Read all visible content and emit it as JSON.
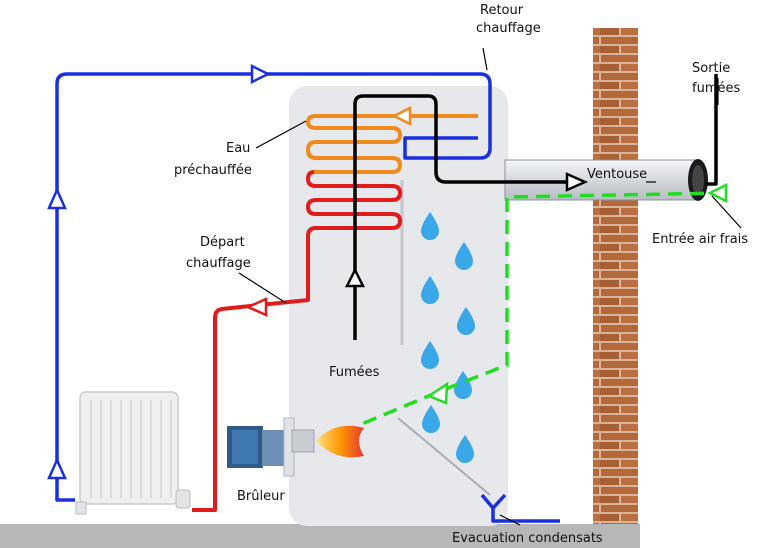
{
  "labels": {
    "retour": [
      "Retour",
      "chauffage"
    ],
    "sortie": [
      "Sortie",
      "fumées"
    ],
    "eau": [
      "Eau",
      "préchauffée"
    ],
    "ventouse": "Ventouse",
    "entree": "Entrée air frais",
    "depart": [
      "Départ",
      "chauffage"
    ],
    "fumees": "Fumées",
    "bruleur": "Brûleur",
    "evacuation": "Evacuation condensats"
  },
  "colors": {
    "retour_line": "#1a2fe0",
    "depart_line": "#e21b1b",
    "preheat_coil": "#f08a1c",
    "smoke_line": "#000000",
    "fresh_air": "#22dd22",
    "boiler_body": "#e6e8ec",
    "brick": "#b5683a",
    "mortar": "#d7b49a",
    "floor": "#b7b7b7",
    "droplet": "#3aa7e8",
    "burner": "#2e5a8c",
    "flame": "#f57f17"
  },
  "icons": [
    "radiator-icon",
    "burner-icon",
    "flame-icon",
    "water-drop-icon",
    "brick-wall-icon",
    "pipe-icon"
  ]
}
